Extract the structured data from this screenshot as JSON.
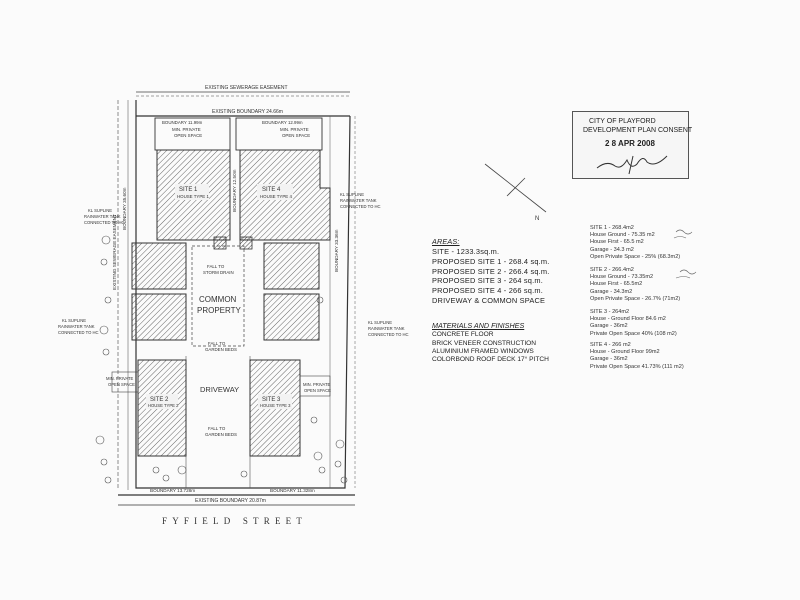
{
  "plan": {
    "top_easement": "EXISTING SEWERAGE EASEMENT",
    "top_boundary": "EXISTING BOUNDARY 24.66m",
    "bottom_boundary": "EXISTING BOUNDARY 20.87m",
    "street": "FYFIELD STREET",
    "common_property": [
      "COMMON",
      "PROPERTY"
    ],
    "driveway": "DRIVEWAY",
    "site1": [
      "SITE 1",
      "HOUSE TYPE 1"
    ],
    "site2": [
      "SITE 2",
      "HOUSE TYPE 2"
    ],
    "site3": [
      "SITE 3",
      "HOUSE TYPE 3"
    ],
    "site4": [
      "SITE 4",
      "HOUSE TYPE 4"
    ],
    "fall_storm": [
      "FALL TO",
      "STORM DRAIN"
    ],
    "fall_garden_1": [
      "FALL TO",
      "GARDEN BEDS"
    ],
    "fall_garden_2": [
      "FALL TO",
      "GARDEN BEDS"
    ],
    "private_space_1": [
      "MIN. PRIVATE",
      "OPEN SPACE"
    ],
    "private_space_2": [
      "MIN. PRIVATE",
      "OPEN SPACE"
    ],
    "private_space_3": [
      "MIN. PRIVATE",
      "OPEN SPACE"
    ],
    "private_space_4": [
      "MIN. PRIVATE",
      "OPEN SPACE"
    ],
    "tank_note_left_1": [
      "KL SUPLINE",
      "RAINWATER TANK",
      "CONNECTED TO HC"
    ],
    "tank_note_left_2": [
      "KL SUPLINE",
      "RAINWATER TANK",
      "CONNECTED TO HC"
    ],
    "tank_note_right_1": [
      "KL SUPLINE",
      "RAINWATER TANK",
      "CONNECTED TO HC"
    ],
    "tank_note_right_2": [
      "KL SUPLINE",
      "RAINWATER TANK",
      "CONNECTED TO HC"
    ],
    "boundary_bottom_left": "BOUNDARY 13.728m",
    "boundary_bottom_right": "BOUNDARY 11.328m",
    "boundary_top_left": "BOUNDARY 11.99m",
    "boundary_top_right": "BOUNDARY 12.99m",
    "left_easement": "EXISTING SEWERAGE EASEMENT",
    "left_boundary": "BOUNDARY 35.60m",
    "right_boundary": "BOUNDARY 33.36m",
    "mid_boundary": "BOUNDARY 12.50m",
    "north": "N"
  },
  "areas": {
    "heading": "AREAS:",
    "lines": [
      "SITE - 1233.3sq.m.",
      "PROPOSED SITE 1 - 268.4 sq.m.",
      "PROPOSED SITE 2 - 266.4 sq.m.",
      "PROPOSED SITE 3 - 264 sq.m.",
      "PROPOSED SITE 4 - 266 sq.m.",
      "DRIVEWAY & COMMON SPACE"
    ]
  },
  "materials": {
    "heading": "MATERIALS AND FINISHES",
    "lines": [
      "CONCRETE FLOOR",
      "BRICK VENEER CONSTRUCTION",
      "ALUMINIUM FRAMED WINDOWS",
      "COLORBOND ROOF DECK 17° PITCH"
    ]
  },
  "site_details": [
    [
      "SITE 1 - 268.4m2",
      "House Ground - 75.35 m2",
      "House First - 65.5 m2",
      "Garage - 34.3 m2",
      "Open Private Space - 25% (68.3m2)"
    ],
    [
      "SITE 2 - 266.4m2",
      "House Ground - 73.35m2",
      "House First - 65.5m2",
      "Garage - 34.3m2",
      "Open Private Space - 26.7% (71m2)"
    ],
    [
      "SITE 3 - 264m2",
      "House - Ground Floor 84.6 m2",
      "Garage - 36m2",
      "Private Open Space 40% (108 m2)"
    ],
    [
      "SITE 4 - 266 m2",
      "House - Ground Floor 99m2",
      "Garage - 36m2",
      "Private Open Space 41.73% (111 m2)"
    ]
  ],
  "stamp": {
    "line1": "CITY OF PLAYFORD",
    "line2": "DEVELOPMENT PLAN CONSENT",
    "date": "2 8 APR 2008"
  }
}
